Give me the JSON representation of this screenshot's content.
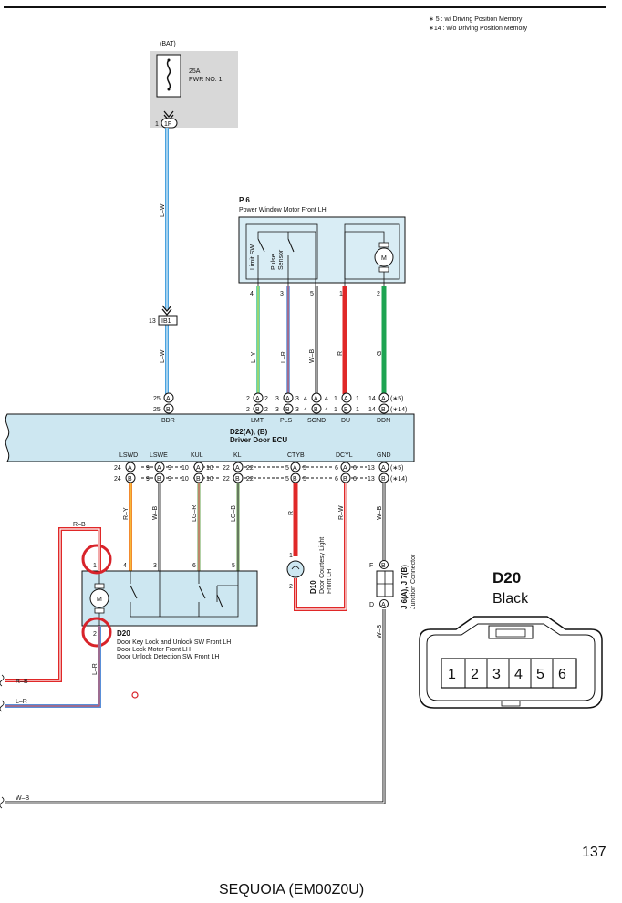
{
  "notes": {
    "n5": "∗ 5 : w/ Driving Position Memory",
    "n14": "∗14 : w/o Driving Position Memory"
  },
  "power": {
    "bat": "(BAT)",
    "fuse_amp": "25A",
    "fuse_name": "PWR NO. 1",
    "conn_pin": "1",
    "conn_id": "1F"
  },
  "junction_top": {
    "pin": "13",
    "id": "IB1"
  },
  "motor_p6": {
    "code": "P 6",
    "name": "Power Window Motor Front LH",
    "limit_sw": "Limit SW",
    "pulse_sensor_1": "Pulse",
    "pulse_sensor_2": "Sensor",
    "motor": "M",
    "pins": [
      "4",
      "3",
      "5",
      "1",
      "2"
    ]
  },
  "wire_colors_top": {
    "bdr": "L–W",
    "bdr2": "L–W",
    "lmt": "L–Y",
    "pls": "L–R",
    "sgnd": "W–B",
    "du": "R",
    "ddn": "G"
  },
  "ecu": {
    "code": "D22(A), (B)",
    "name": "Driver Door ECU",
    "top_labels": [
      "BDR",
      "LMT",
      "PLS",
      "SGND",
      "DU",
      "DDN"
    ],
    "bottom_labels": [
      "LSWD",
      "LSWE",
      "KUL",
      "KL",
      "CTYB",
      "DCYL",
      "GND"
    ],
    "top_row_a": {
      "bdr": "25",
      "lmt": "2",
      "pls": "3",
      "sgnd": "4",
      "du": "1",
      "ddn": "14",
      "note": "(∗5)",
      "lmt_l": "2",
      "pls_l": "3",
      "sgnd_l": "4",
      "du_l": "1"
    },
    "top_row_b": {
      "bdr": "25",
      "lmt": "2",
      "pls": "3",
      "sgnd": "4",
      "du": "1",
      "ddn": "14",
      "note": "(∗14)",
      "lmt_l": "2",
      "pls_l": "3",
      "sgnd_l": "4",
      "du_l": "1"
    },
    "bot_row_a": {
      "lswd": "24",
      "lswe": "9",
      "kul": "10",
      "kl": "22",
      "ctyb": "5",
      "dcyl": "6",
      "gnd": "13",
      "note": "(∗5)",
      "lswe_l": "9",
      "kul_l": "10",
      "kl_l": "22",
      "ctyb_l": "5",
      "dcyl_l": "6"
    },
    "bot_row_b": {
      "lswd": "24",
      "lswe": "9",
      "kul": "10",
      "kl": "22",
      "ctyb": "5",
      "dcyl": "6",
      "gnd": "13",
      "note": "(∗14)",
      "lswe_l": "9",
      "kul_l": "10",
      "kl_l": "22",
      "ctyb_l": "5",
      "dcyl_l": "6"
    },
    "conn_a": "A",
    "conn_b": "B"
  },
  "wire_colors_bottom": {
    "lswd": "R–Y",
    "lswe": "W–B",
    "kul": "LG–R",
    "kl": "LG–B",
    "ctyb": "R",
    "dcyl": "R–W",
    "gnd": "W–B",
    "gnd2": "W–B",
    "d20_2": "L–R"
  },
  "lock_d20": {
    "code": "D20",
    "line1": "Door Key Lock and Unlock SW Front LH",
    "line2": "Door Lock Motor Front LH",
    "line3": "Door Unlock Detection SW Front LH",
    "pins": [
      "1",
      "4",
      "3",
      "6",
      "5",
      "2"
    ],
    "motor": "M"
  },
  "courtesy_d10": {
    "code": "D10",
    "line1": "Door Courtesy Light",
    "line2": "Front LH",
    "pin1": "1",
    "pin2": "2"
  },
  "junction_j6": {
    "code": "J 6(A), J 7(B)",
    "name": "Junction Connector",
    "pin_f": "F",
    "pin_b": "B",
    "pin_d": "D",
    "pin_a": "A"
  },
  "left_wires": {
    "rb_top": "R–B",
    "rb": "R–B",
    "lr": "L–R",
    "wb": "W–B"
  },
  "connector_view": {
    "code": "D20",
    "color": "Black",
    "pins": [
      "1",
      "2",
      "3",
      "4",
      "5",
      "6"
    ]
  },
  "page_number": "137",
  "footer": "SEQUOIA (EM00Z0U)"
}
